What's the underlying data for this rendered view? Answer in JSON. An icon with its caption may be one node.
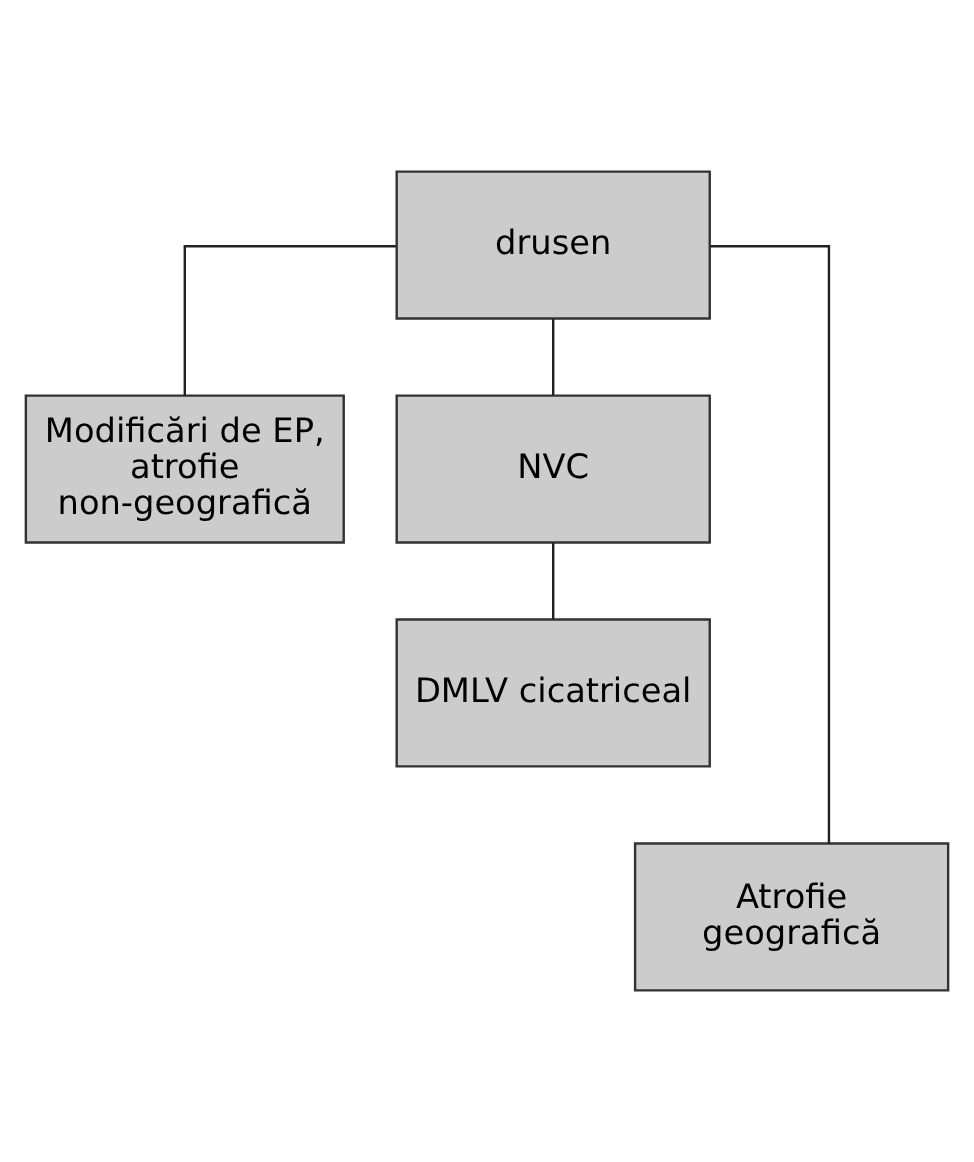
{
  "diagram": {
    "nodes": [
      {
        "text": [
          "drusen"
        ]
      },
      {
        "text": [
          "Modificări de EP, atrofie non-geografică"
        ]
      },
      {
        "text": [
          "NVC"
        ]
      },
      {
        "text": [
          "DMLV cicatriceal"
        ]
      },
      {
        "text": [
          "Atrofie geografică"
        ]
      }
    ],
    "edges": [
      {
        "from": 0,
        "to": 1,
        "arrow": "none"
      },
      {
        "from": 0,
        "to": 2,
        "arrow": "none"
      },
      {
        "from": 0,
        "to": 4,
        "arrow": "none"
      },
      {
        "from": 2,
        "to": 3,
        "arrow": "none"
      }
    ]
  }
}
